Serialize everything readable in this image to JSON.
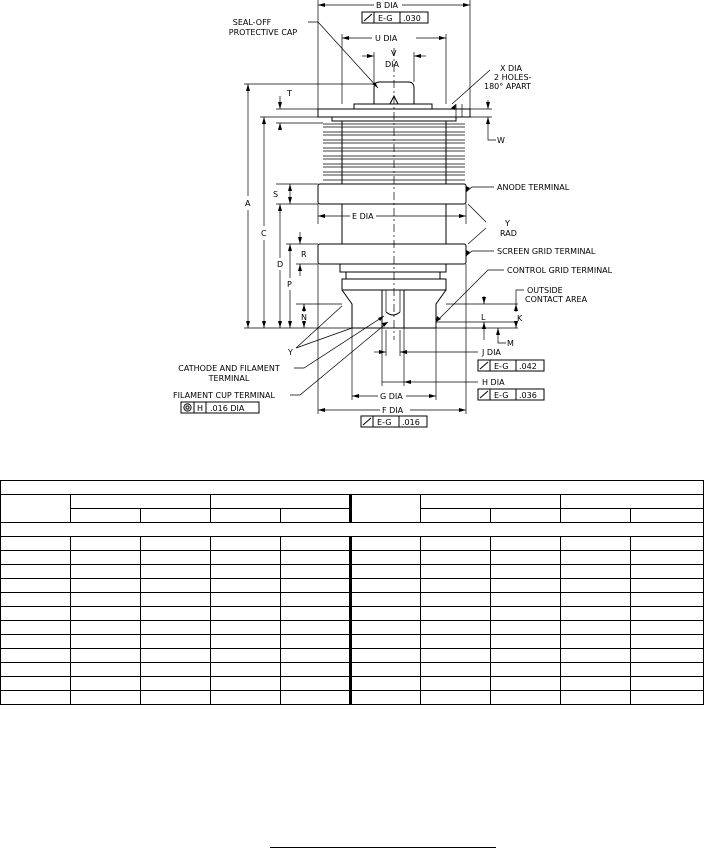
{
  "drawing": {
    "dims": {
      "b_dia": "B DIA",
      "u_dia": "U DIA",
      "v": "V",
      "v_dia": "DIA",
      "e_dia": "E DIA",
      "f_dia": "F DIA",
      "g_dia": "G DIA",
      "h_dia": "H DIA",
      "j_dia": "J DIA",
      "x_dia_1": "X DIA",
      "x_dia_2": "2 HOLES-",
      "x_dia_3": "180° APART",
      "y_rad_1": "Y",
      "y_rad_2": "RAD",
      "a": "A",
      "c": "C",
      "d": "D",
      "p": "P",
      "n": "N",
      "r": "R",
      "s": "S",
      "t": "T",
      "w": "W",
      "k": "K",
      "l": "L",
      "m": "M",
      "y": "Y",
      "outside_1": "OUTSIDE",
      "outside_2": "CONTACT AREA"
    },
    "callouts": {
      "seal_off_1": "SEAL-OFF",
      "seal_off_2": "PROTECTIVE CAP",
      "anode": "ANODE TERMINAL",
      "screen_grid": "SCREEN GRID TERMINAL",
      "control_grid": "CONTROL GRID TERMINAL",
      "cathode_1": "CATHODE AND FILAMENT",
      "cathode_2": "TERMINAL",
      "filament_cup": "FILAMENT CUP TERMINAL"
    },
    "tolerances": {
      "b": {
        "datum": "E-G",
        "value": ".030"
      },
      "j": {
        "datum": "E-G",
        "value": ".042"
      },
      "h": {
        "datum": "E-G",
        "value": ".036"
      },
      "f": {
        "datum": "E-G",
        "value": ".016"
      },
      "filament_cup": {
        "datum": "H",
        "value": ".016 DIA"
      }
    }
  }
}
